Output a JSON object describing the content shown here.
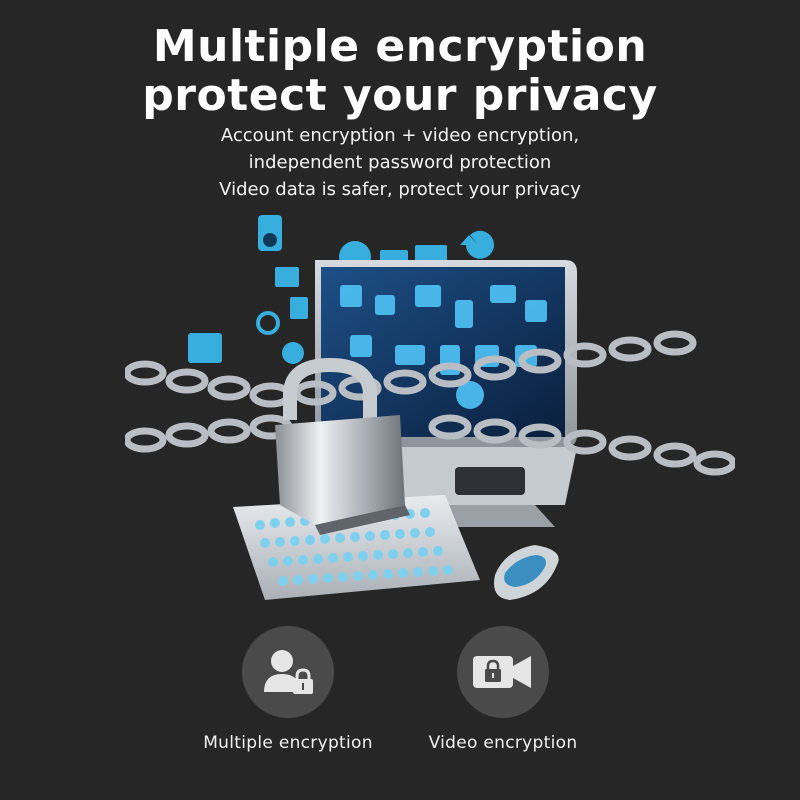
{
  "header": {
    "title_line1": "Multiple encryption",
    "title_line2": "protect your privacy",
    "subtitle_lines": [
      "Account encryption + video encryption,",
      "independent password protection",
      "Video data is safer, protect your privacy"
    ]
  },
  "features": [
    {
      "label": "Multiple encryption",
      "icon": "user-lock-icon"
    },
    {
      "label": "Video encryption",
      "icon": "video-lock-icon"
    }
  ],
  "colors": {
    "background": "#262626",
    "icon_circle": "#4a4a4a",
    "icon_fill": "#e6e6e6",
    "accent_cyan": "#38b6e8"
  }
}
